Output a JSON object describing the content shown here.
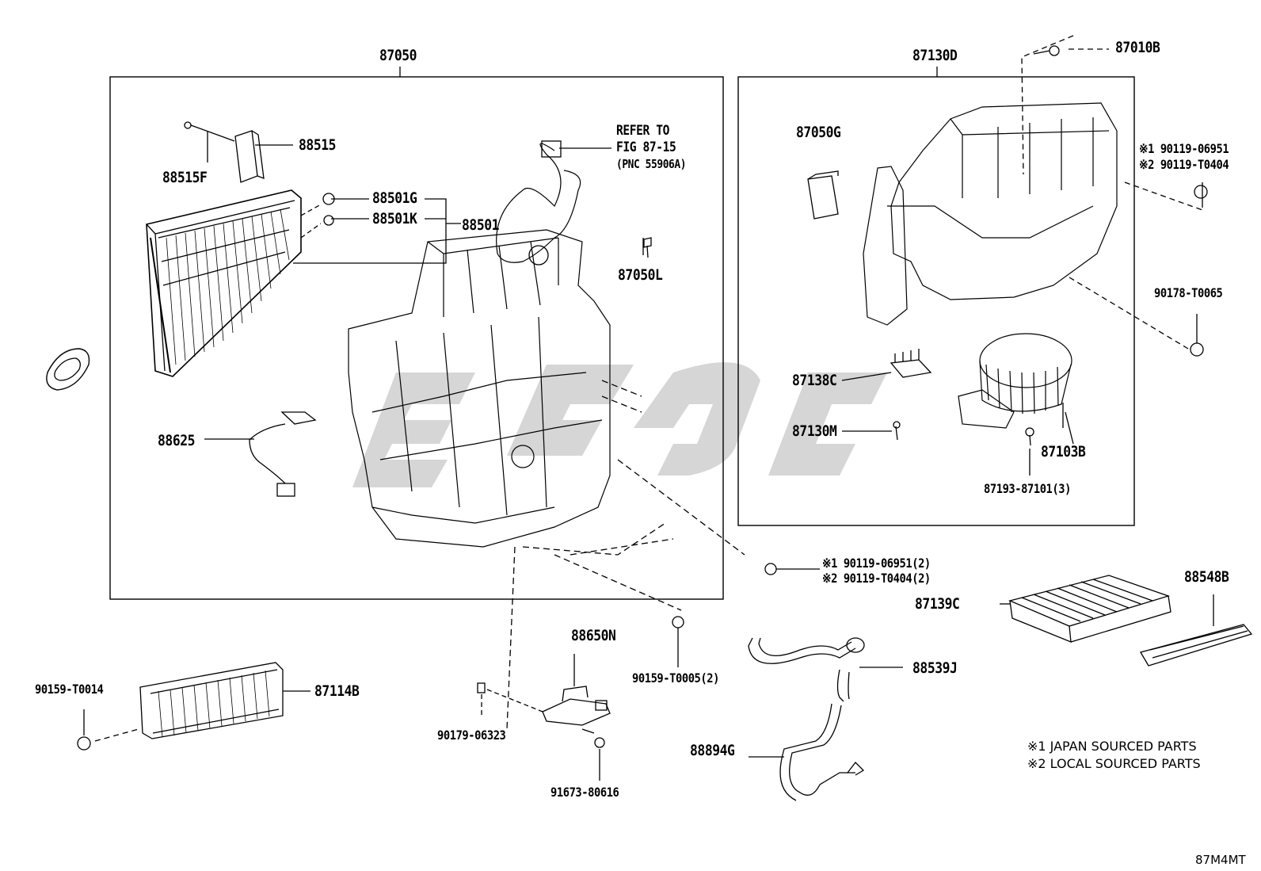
{
  "diagram": {
    "code": "87M4MT",
    "watermark_color": "#c8c8c8",
    "line_color": "#000000",
    "parts": {
      "p87050": "87050",
      "p88515": "88515",
      "p88515F": "88515F",
      "p88501G": "88501G",
      "p88501K": "88501K",
      "p88501": "88501",
      "p87050L": "87050L",
      "p88625": "88625",
      "p87130D": "87130D",
      "p87010B": "87010B",
      "p87050G": "87050G",
      "p87138C": "87138C",
      "p87130M": "87130M",
      "p87103B": "87103B",
      "p87193": "87193-87101(3)",
      "p90119a": "90119-06951",
      "p90119b": "90119-T0404",
      "p90178": "90178-T0065",
      "p90119c": "90119-06951(2)",
      "p90119d": "90119-T0404(2)",
      "p88548B": "88548B",
      "p87139C": "87139C",
      "p88650N": "88650N",
      "p90159a": "90159-T0005(2)",
      "p88539J": "88539J",
      "p90159b": "90159-T0014",
      "p87114B": "87114B",
      "p90179": "90179-06323",
      "p91673": "91673-80616",
      "p88894G": "88894G"
    },
    "marks": {
      "m1": "※1",
      "m2": "※2"
    },
    "refer": {
      "line1": "REFER TO",
      "line2": "FIG 87-15",
      "line3": "(PNC 55906A)"
    },
    "notes": {
      "n1": "※1 JAPAN SOURCED PARTS",
      "n2": "※2 LOCAL SOURCED PARTS"
    }
  }
}
